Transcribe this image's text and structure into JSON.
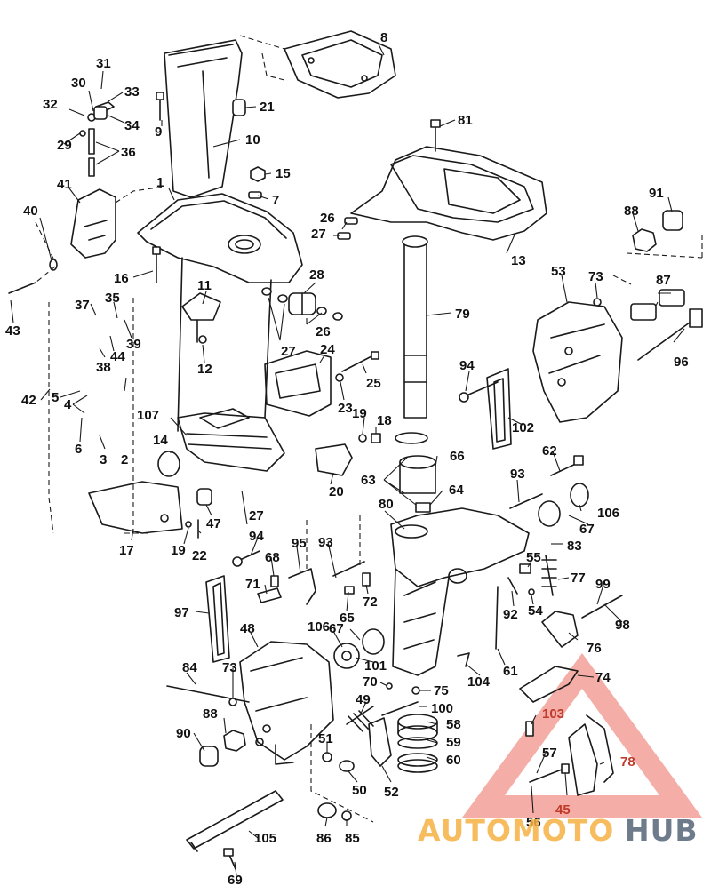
{
  "callouts": [
    {
      "id": "c1",
      "text": "1"
    },
    {
      "id": "c2",
      "text": "2"
    },
    {
      "id": "c3",
      "text": "3"
    },
    {
      "id": "c4",
      "text": "4"
    },
    {
      "id": "c5",
      "text": "5"
    },
    {
      "id": "c6",
      "text": "6"
    },
    {
      "id": "c7",
      "text": "7"
    },
    {
      "id": "c8",
      "text": "8"
    },
    {
      "id": "c9",
      "text": "9"
    },
    {
      "id": "c10",
      "text": "10"
    },
    {
      "id": "c11",
      "text": "11"
    },
    {
      "id": "c12",
      "text": "12"
    },
    {
      "id": "c13",
      "text": "13"
    },
    {
      "id": "c14",
      "text": "14"
    },
    {
      "id": "c15",
      "text": "15"
    },
    {
      "id": "c16",
      "text": "16"
    },
    {
      "id": "c17",
      "text": "17"
    },
    {
      "id": "c18",
      "text": "18"
    },
    {
      "id": "c19a",
      "text": "19"
    },
    {
      "id": "c19b",
      "text": "19"
    },
    {
      "id": "c20",
      "text": "20"
    },
    {
      "id": "c21",
      "text": "21"
    },
    {
      "id": "c22",
      "text": "22"
    },
    {
      "id": "c23",
      "text": "23"
    },
    {
      "id": "c24",
      "text": "24"
    },
    {
      "id": "c25",
      "text": "25"
    },
    {
      "id": "c26a",
      "text": "26"
    },
    {
      "id": "c26b",
      "text": "26"
    },
    {
      "id": "c27a",
      "text": "27"
    },
    {
      "id": "c27b",
      "text": "27"
    },
    {
      "id": "c27c",
      "text": "27"
    },
    {
      "id": "c28",
      "text": "28"
    },
    {
      "id": "c29",
      "text": "29"
    },
    {
      "id": "c30",
      "text": "30"
    },
    {
      "id": "c31",
      "text": "31"
    },
    {
      "id": "c32",
      "text": "32"
    },
    {
      "id": "c33",
      "text": "33"
    },
    {
      "id": "c34",
      "text": "34"
    },
    {
      "id": "c35",
      "text": "35"
    },
    {
      "id": "c36",
      "text": "36"
    },
    {
      "id": "c37",
      "text": "37"
    },
    {
      "id": "c38",
      "text": "38"
    },
    {
      "id": "c39",
      "text": "39"
    },
    {
      "id": "c40",
      "text": "40"
    },
    {
      "id": "c41",
      "text": "41"
    },
    {
      "id": "c42",
      "text": "42"
    },
    {
      "id": "c43",
      "text": "43"
    },
    {
      "id": "c44",
      "text": "44"
    },
    {
      "id": "c45",
      "text": "45"
    },
    {
      "id": "c47",
      "text": "47"
    },
    {
      "id": "c48",
      "text": "48"
    },
    {
      "id": "c49",
      "text": "49"
    },
    {
      "id": "c50",
      "text": "50"
    },
    {
      "id": "c51",
      "text": "51"
    },
    {
      "id": "c52",
      "text": "52"
    },
    {
      "id": "c53",
      "text": "53"
    },
    {
      "id": "c54",
      "text": "54"
    },
    {
      "id": "c55",
      "text": "55"
    },
    {
      "id": "c56",
      "text": "56"
    },
    {
      "id": "c57",
      "text": "57"
    },
    {
      "id": "c58",
      "text": "58"
    },
    {
      "id": "c59",
      "text": "59"
    },
    {
      "id": "c60",
      "text": "60"
    },
    {
      "id": "c61",
      "text": "61"
    },
    {
      "id": "c62",
      "text": "62"
    },
    {
      "id": "c63",
      "text": "63"
    },
    {
      "id": "c64",
      "text": "64"
    },
    {
      "id": "c65",
      "text": "65"
    },
    {
      "id": "c66",
      "text": "66"
    },
    {
      "id": "c67a",
      "text": "67"
    },
    {
      "id": "c67b",
      "text": "67"
    },
    {
      "id": "c68",
      "text": "68"
    },
    {
      "id": "c69",
      "text": "69"
    },
    {
      "id": "c70",
      "text": "70"
    },
    {
      "id": "c71",
      "text": "71"
    },
    {
      "id": "c72",
      "text": "72"
    },
    {
      "id": "c73a",
      "text": "73"
    },
    {
      "id": "c73b",
      "text": "73"
    },
    {
      "id": "c74",
      "text": "74"
    },
    {
      "id": "c75",
      "text": "75"
    },
    {
      "id": "c76",
      "text": "76"
    },
    {
      "id": "c77",
      "text": "77"
    },
    {
      "id": "c78",
      "text": "78"
    },
    {
      "id": "c79",
      "text": "79"
    },
    {
      "id": "c80",
      "text": "80"
    },
    {
      "id": "c81",
      "text": "81"
    },
    {
      "id": "c83",
      "text": "83"
    },
    {
      "id": "c84",
      "text": "84"
    },
    {
      "id": "c85",
      "text": "85"
    },
    {
      "id": "c86",
      "text": "86"
    },
    {
      "id": "c87",
      "text": "87"
    },
    {
      "id": "c88a",
      "text": "88"
    },
    {
      "id": "c88b",
      "text": "88"
    },
    {
      "id": "c90",
      "text": "90"
    },
    {
      "id": "c91",
      "text": "91"
    },
    {
      "id": "c92",
      "text": "92"
    },
    {
      "id": "c93a",
      "text": "93"
    },
    {
      "id": "c93b",
      "text": "93"
    },
    {
      "id": "c94a",
      "text": "94"
    },
    {
      "id": "c94b",
      "text": "94"
    },
    {
      "id": "c95",
      "text": "95"
    },
    {
      "id": "c96",
      "text": "96"
    },
    {
      "id": "c97",
      "text": "97"
    },
    {
      "id": "c98",
      "text": "98"
    },
    {
      "id": "c99",
      "text": "99"
    },
    {
      "id": "c100",
      "text": "100"
    },
    {
      "id": "c101",
      "text": "101"
    },
    {
      "id": "c102",
      "text": "102"
    },
    {
      "id": "c103",
      "text": "103"
    },
    {
      "id": "c104",
      "text": "104"
    },
    {
      "id": "c105",
      "text": "105"
    },
    {
      "id": "c106a",
      "text": "106"
    },
    {
      "id": "c106b",
      "text": "106"
    },
    {
      "id": "c107",
      "text": "107"
    }
  ],
  "watermark": {
    "word_orange": "AUTOMOTO",
    "word_gray": "HUB",
    "triangle_color": "#e74c3c",
    "orange_color": "#f5b041",
    "gray_color": "#5d6d7e"
  }
}
